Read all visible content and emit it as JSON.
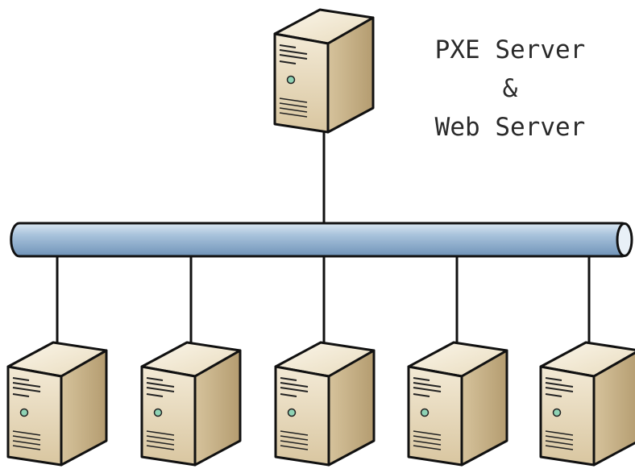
{
  "server": {
    "label_lines": [
      "PXE Server",
      "&",
      "Web Server"
    ],
    "icon": "tower-server-icon"
  },
  "network": {
    "icon": "network-bus-pipe",
    "color": "#a9c3dc"
  },
  "clients": [
    {
      "icon": "tower-server-icon"
    },
    {
      "icon": "tower-server-icon"
    },
    {
      "icon": "tower-server-icon"
    },
    {
      "icon": "tower-server-icon"
    },
    {
      "icon": "tower-server-icon"
    }
  ],
  "colors": {
    "case_front": "#e9dcbf",
    "case_side": "#c9b48a",
    "case_top": "#f5ecd8",
    "outline": "#111111",
    "led": "#8fd3b5"
  }
}
